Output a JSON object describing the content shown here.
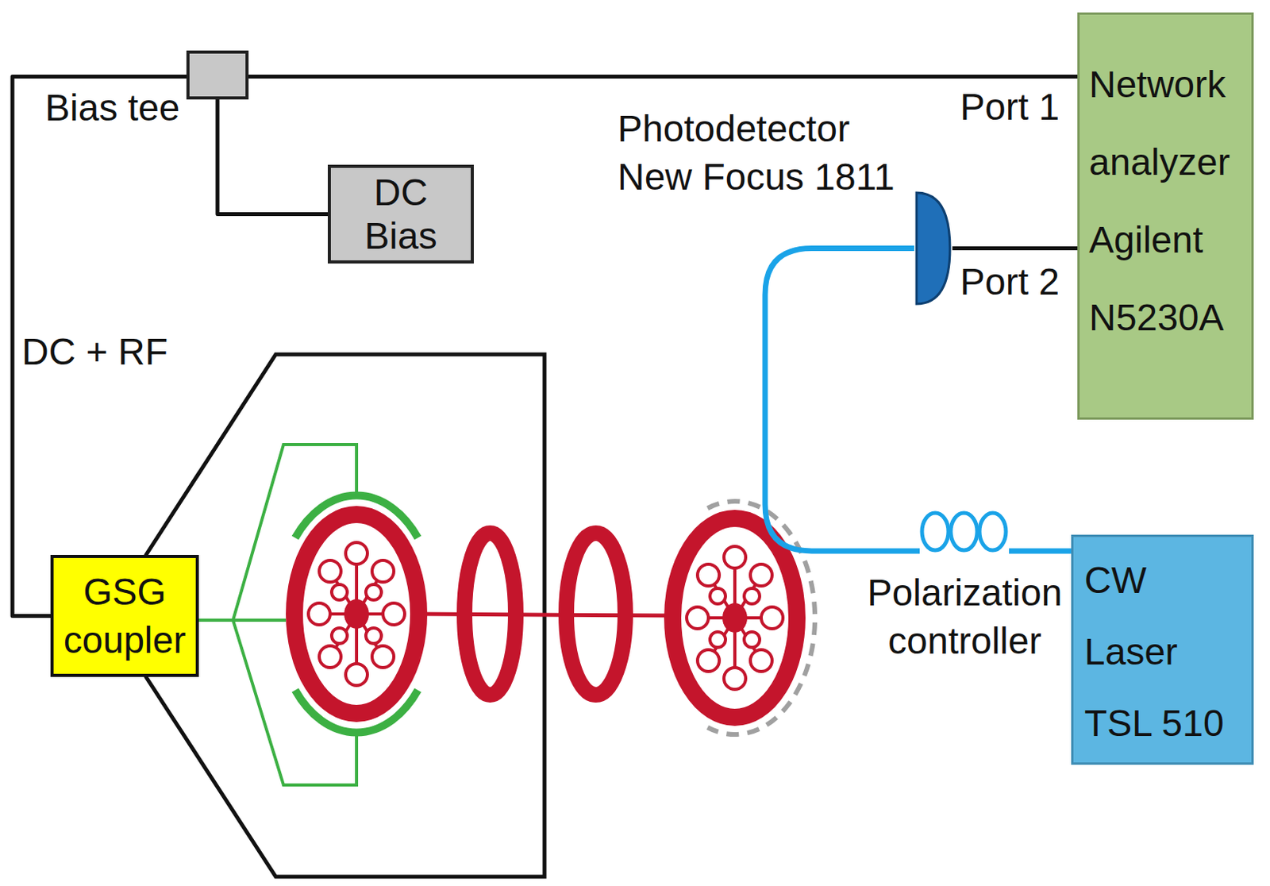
{
  "diagram": {
    "nodes": [
      {
        "text": [
          "Bias tee"
        ]
      },
      {
        "text": [
          "DC Bias"
        ]
      },
      {
        "text": [
          "Photodetector New Focus 1811"
        ]
      },
      {
        "text": [
          "Network analyzer Agilent N5230A"
        ]
      },
      {
        "text": [
          "CW Laser TSL 510"
        ]
      },
      {
        "text": [
          "Polarization controller"
        ]
      },
      {
        "text": [
          "GSG coupler"
        ]
      }
    ],
    "edges": [
      {
        "from": 0,
        "to": 3,
        "arrow": "none"
      },
      {
        "from": 0,
        "to": 1,
        "arrow": "none"
      },
      {
        "from": 0,
        "to": 6,
        "label": "DC + RF",
        "arrow": "none"
      },
      {
        "from": 2,
        "to": 3,
        "arrow": "none"
      },
      {
        "from": 4,
        "to": 5,
        "arrow": "none"
      },
      {
        "from": 5,
        "to": 2,
        "arrow": "none"
      }
    ],
    "labels": [
      "Port 1",
      "Port 2"
    ]
  }
}
